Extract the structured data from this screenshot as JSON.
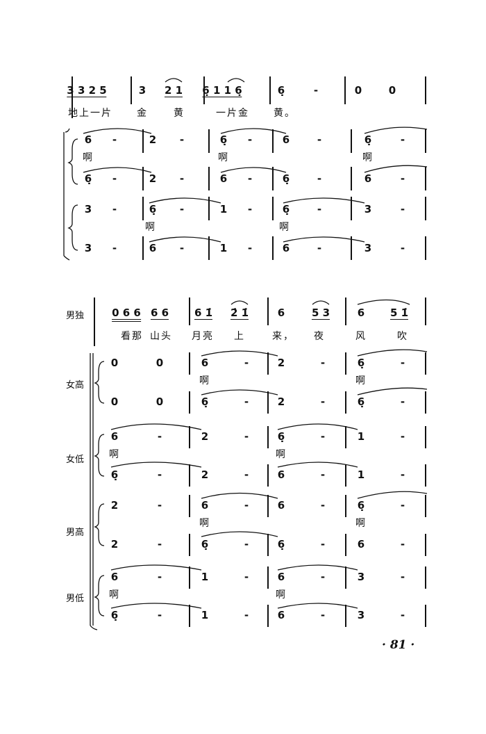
{
  "page_number": "· 81 ·",
  "system1": {
    "melody": [
      {
        "t": "3 3 2 5",
        "u": 1
      },
      {
        "t": "3"
      },
      {
        "t": "2 1",
        "u": 1
      },
      {
        "t": "6̣ 1 1 6̣",
        "u": 1
      },
      {
        "t": "6̣"
      },
      {
        "t": "-"
      },
      {
        "t": "0"
      },
      {
        "t": "0"
      }
    ],
    "lyrics": [
      "地上一片",
      "金",
      "黄",
      "一片金",
      "黄。"
    ],
    "choir": [
      {
        "notes": [
          "6",
          "-",
          "2",
          "-",
          "6̣",
          "-",
          "6",
          "-",
          "6̣",
          "-"
        ],
        "lyrics": [
          "啊",
          "啊",
          "啊"
        ]
      },
      {
        "notes": [
          "6̣",
          "-",
          "2",
          "-",
          "6",
          "-",
          "6̣",
          "-",
          "6",
          "-"
        ],
        "lyrics": []
      },
      {
        "notes": [
          "3",
          "-",
          "6̣",
          "-",
          "1",
          "-",
          "6̣",
          "-",
          "3",
          "-"
        ],
        "lyrics": [
          "啊",
          "啊"
        ]
      },
      {
        "notes": [
          "3",
          "-",
          "6",
          "-",
          "1",
          "-",
          "6",
          "-",
          "3",
          "-"
        ],
        "lyrics": []
      }
    ]
  },
  "system2": {
    "parts": [
      "男独",
      "女高",
      "女低",
      "男高",
      "男低"
    ],
    "melody": [
      {
        "t": "0 6 6",
        "u": 2
      },
      {
        "t": "6 6",
        "u": 1
      },
      {
        "t": "6 1̇",
        "u": 1
      },
      {
        "t": "2̇ 1̇",
        "u": 1
      },
      {
        "t": "6"
      },
      {
        "t": "5 3",
        "u": 1
      },
      {
        "t": "6"
      },
      {
        "t": "5 1̇",
        "u": 1
      }
    ],
    "lyrics": [
      "看那",
      "山头",
      "月亮",
      "上",
      "来，",
      "夜",
      "风",
      "吹"
    ],
    "choir": [
      {
        "notes": [
          "0",
          "0",
          "6",
          "-",
          "2",
          "-",
          "6̣",
          "-"
        ],
        "lyrics": [
          "啊",
          "啊"
        ]
      },
      {
        "notes": [
          "0",
          "0",
          "6̣",
          "-",
          "2",
          "-",
          "6̣",
          "-"
        ],
        "lyrics": []
      },
      {
        "notes": [
          "6",
          "-",
          "2",
          "-",
          "6̣",
          "-",
          "1",
          "-"
        ],
        "lyrics": [
          "啊",
          "啊"
        ]
      },
      {
        "notes": [
          "6̣",
          "-",
          "2",
          "-",
          "6",
          "-",
          "1",
          "-"
        ],
        "lyrics": []
      },
      {
        "notes": [
          "2",
          "-",
          "6",
          "-",
          "6",
          "-",
          "6̣",
          "-"
        ],
        "lyrics": [
          "啊",
          "啊"
        ]
      },
      {
        "notes": [
          "2",
          "-",
          "6̣",
          "-",
          "6̣",
          "-",
          "6",
          "-"
        ],
        "lyrics": []
      },
      {
        "notes": [
          "6",
          "-",
          "1",
          "-",
          "6",
          "-",
          "3",
          "-"
        ],
        "lyrics": [
          "啊",
          "啊"
        ]
      },
      {
        "notes": [
          "6̣",
          "-",
          "1",
          "-",
          "6",
          "-",
          "3",
          "-"
        ],
        "lyrics": []
      }
    ]
  }
}
